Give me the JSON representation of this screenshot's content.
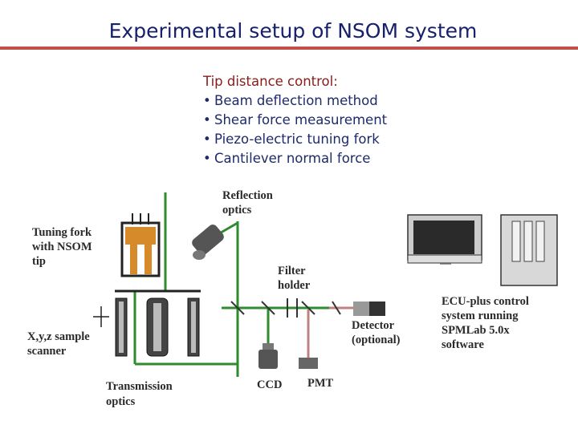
{
  "title": "Experimental setup of NSOM system",
  "bullets": {
    "heading": "Tip distance control:",
    "marker": "•",
    "items": [
      "Beam deflection method",
      "Shear force measurement",
      "Piezo-electric tuning fork",
      "Cantilever normal force"
    ]
  },
  "labels": {
    "reflection": [
      "Reflection",
      "optics"
    ],
    "tuning_fork": [
      "Tuning fork",
      "with NSOM",
      "tip"
    ],
    "filter": [
      "Filter",
      "holder"
    ],
    "xyz": [
      "X,y,z sample",
      "scanner"
    ],
    "detector": [
      "Detector",
      "(optional)"
    ],
    "transmission": [
      "Transmission",
      "optics"
    ],
    "ccd": "CCD",
    "pmt": "PMT",
    "ecu": [
      "ECU-plus control",
      "system running",
      "SPMLab 5.0x",
      "software"
    ]
  },
  "colors": {
    "title": "#17216b",
    "rule": "#c0504d",
    "beam_green": "#2e8b2e",
    "beam_red": "#c08080",
    "fork_orange": "#d68a2a"
  }
}
